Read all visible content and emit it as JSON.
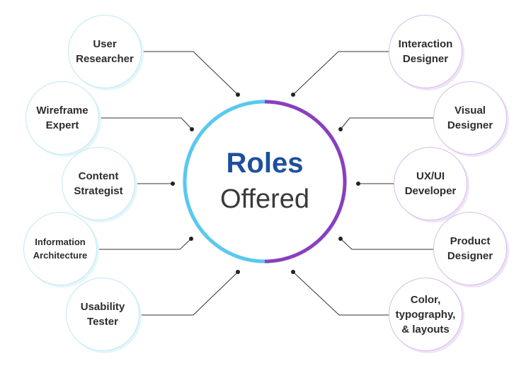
{
  "center": {
    "title": "Roles",
    "subtitle": "Offered",
    "colors": {
      "left_arc": "#57c9ee",
      "right_arc": "#8a3fbf",
      "title": "#1e4f9c"
    }
  },
  "left_roles": [
    {
      "label": "User\nResearcher",
      "icon": "none"
    },
    {
      "label": "Wireframe\nExpert"
    },
    {
      "label": "Content\nStrategist"
    },
    {
      "label": "Information\nArchitecture"
    },
    {
      "label": "Usability\nTester"
    }
  ],
  "right_roles": [
    {
      "label": "Interaction\nDesigner"
    },
    {
      "label": "Visual\nDesigner"
    },
    {
      "label": "UX/UI\nDeveloper"
    },
    {
      "label": "Product\nDesigner"
    },
    {
      "label": "Color,\ntypography,\n& layouts"
    }
  ],
  "colors": {
    "left_ring": "#bfe8f5",
    "right_ring": "#d7bde9",
    "connector": "#333333",
    "label": "#2d2d2d"
  }
}
